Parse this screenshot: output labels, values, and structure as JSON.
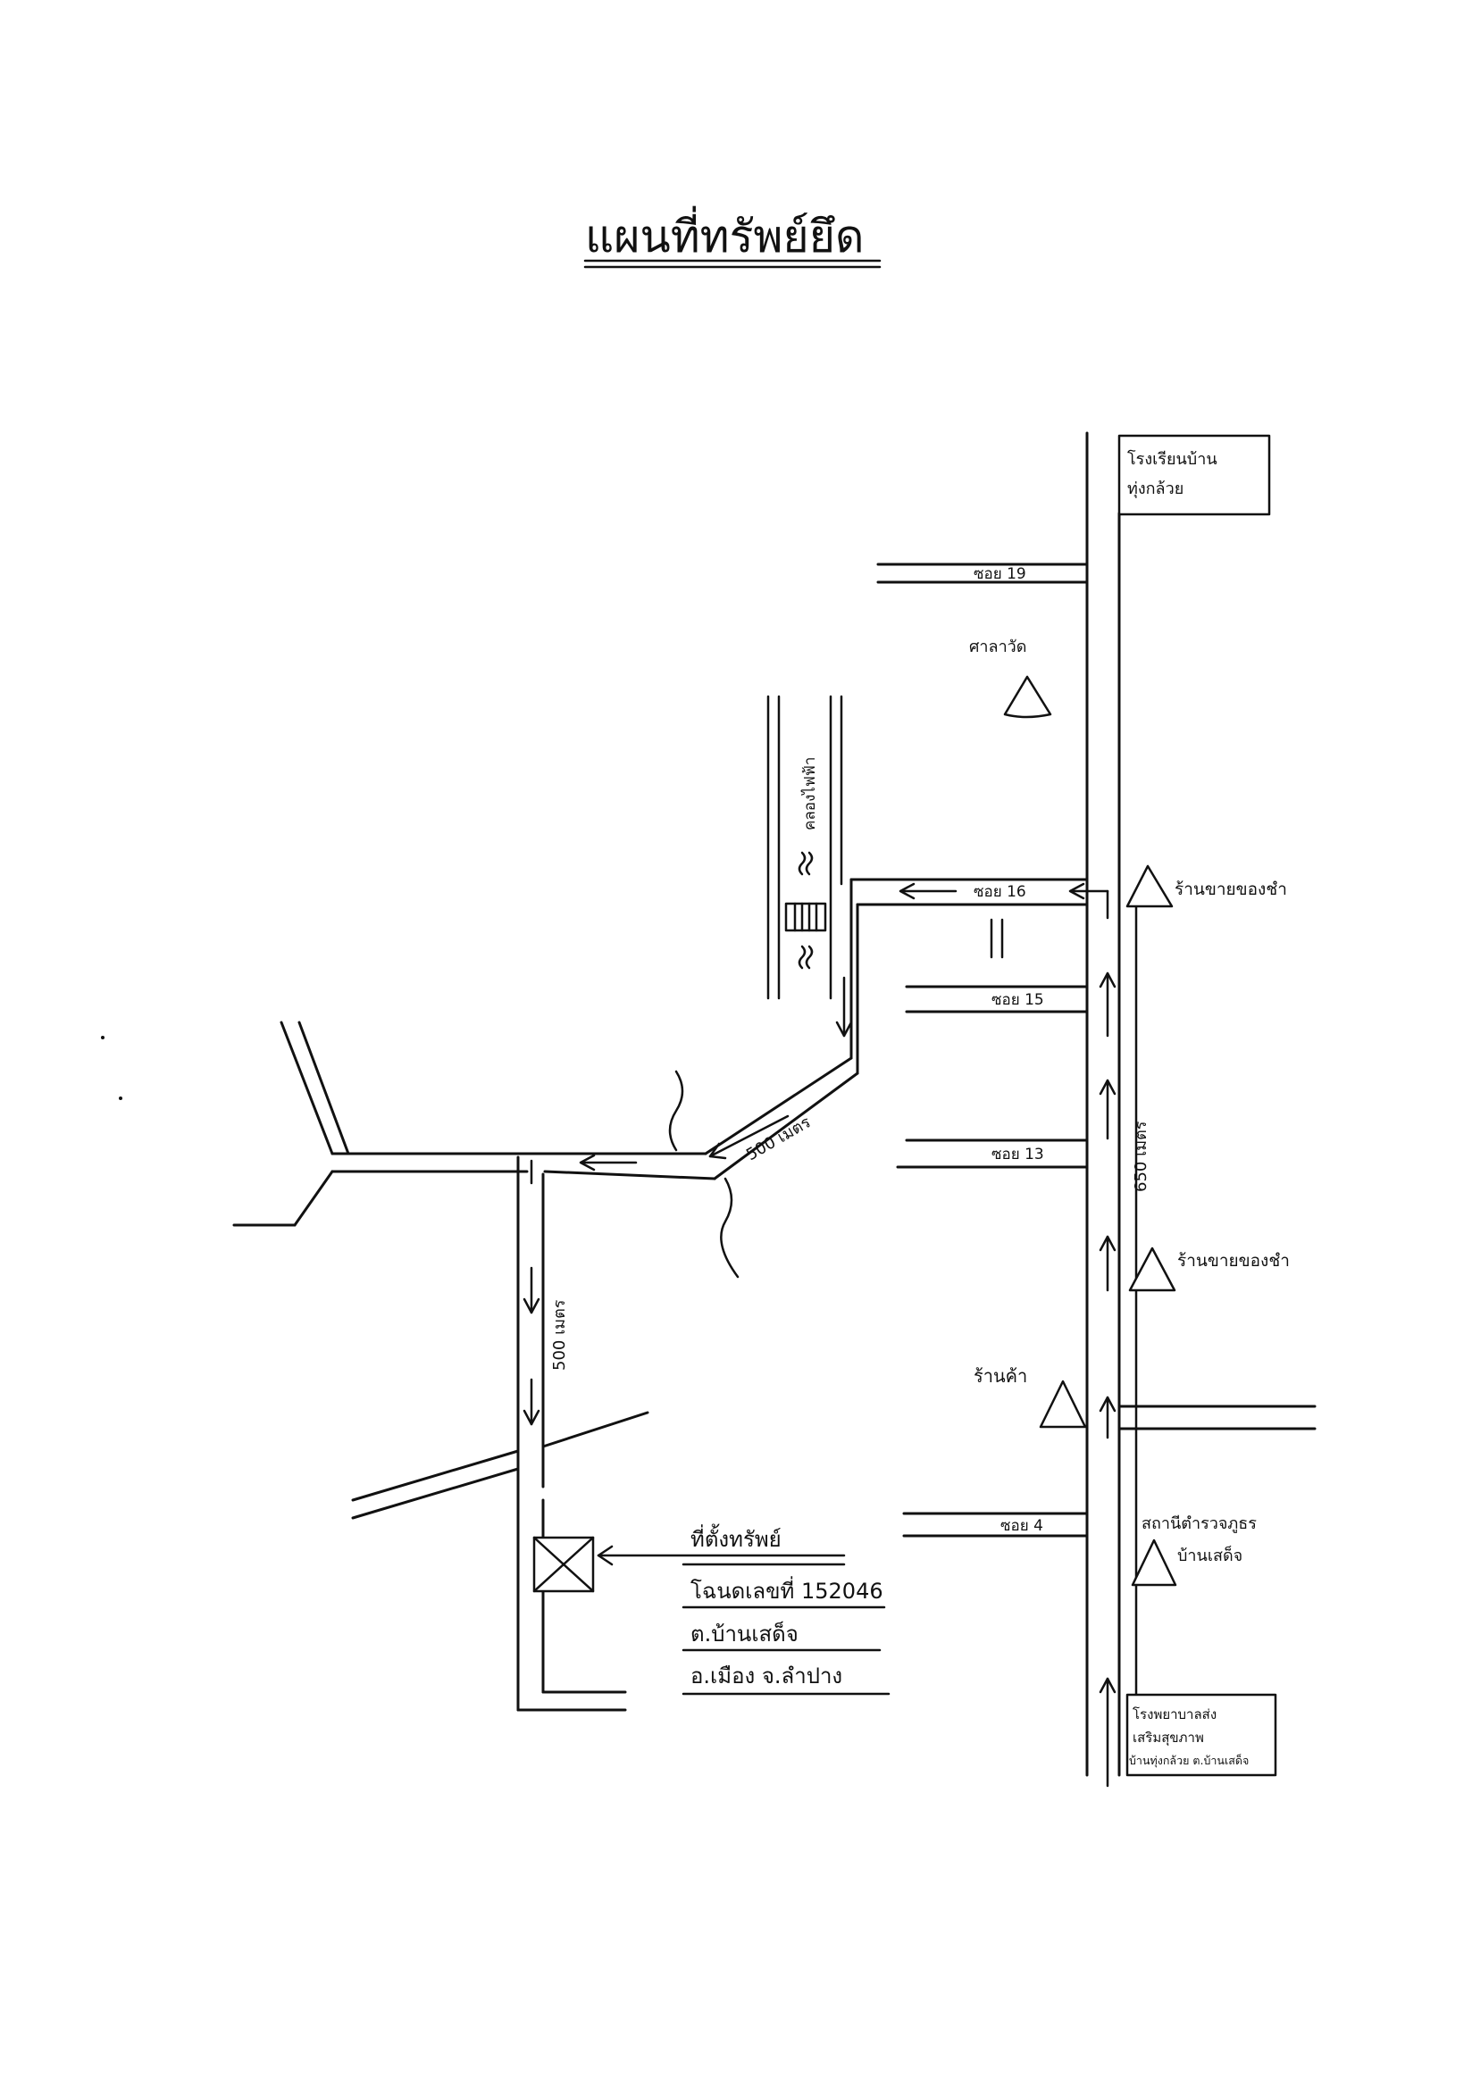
{
  "title": "แผนที่ทรัพย์ยึด",
  "roads": {
    "soi_19": "ซอย 19",
    "soi_16": "ซอย 16",
    "soi_15": "ซอย 15",
    "soi_13": "ซอย 13",
    "soi_4": "ซอย 4"
  },
  "canal": "คลองไฟฟ้า",
  "distances": {
    "main_road": "650 เมตร",
    "diagonal_road": "500 เมตร",
    "south_road": "500 เมตร"
  },
  "places": {
    "school": [
      "โรงเรียนบ้าน",
      "ทุ่งกล้วย"
    ],
    "temple": "ศาลาวัด",
    "rice_shop_1": "ร้านขายของชำ",
    "rice_shop_2": "ร้านขายของชำ",
    "shop": "ร้านค้า",
    "police": [
      "สถานีตำรวจภูธร",
      "บ้านเสด็จ"
    ],
    "hospital": [
      "โรงพยาบาลส่ง",
      "เสริมสุขภาพ",
      "บ้านทุ่งกล้วย ต.บ้านเสด็จ"
    ]
  },
  "property": {
    "line1": "ที่ตั้งทรัพย์",
    "line2": "โฉนดเลขที่ 152046",
    "line3": "ต.บ้านเสด็จ",
    "line4": "อ.เมือง จ.ลำปาง"
  }
}
